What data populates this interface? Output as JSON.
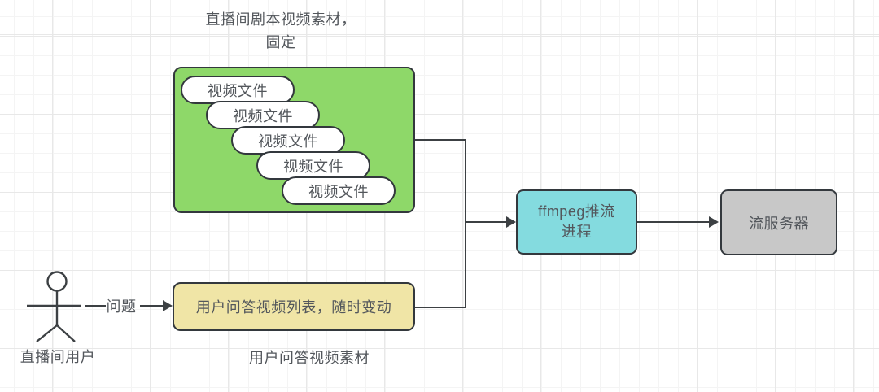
{
  "colors": {
    "canvas_bg": "#ffffff",
    "grid_minor": "#f4f4f4",
    "grid_major": "#e8e8e8",
    "shape_border": "#33383d",
    "connector": "#3c4043",
    "text": "#53575c",
    "green_fill": "#8ed869",
    "pill_fill": "#ffffff",
    "yellow_fill": "#f0e5a6",
    "cyan_fill": "#84dbdf",
    "gray_fill": "#c8c8c8"
  },
  "green_group": {
    "caption_line1": "直播间剧本视频素材，",
    "caption_line2": "固定",
    "files": [
      "视频文件",
      "视频文件",
      "视频文件",
      "视频文件",
      "视频文件"
    ]
  },
  "qa": {
    "box_label": "用户问答视频列表，随时变动",
    "caption": "用户问答视频素材"
  },
  "actor": {
    "label": "直播间用户",
    "question_label": "问题"
  },
  "process": {
    "ffmpeg_line1": "ffmpeg推流",
    "ffmpeg_line2": "进程",
    "server_label": "流服务器"
  }
}
